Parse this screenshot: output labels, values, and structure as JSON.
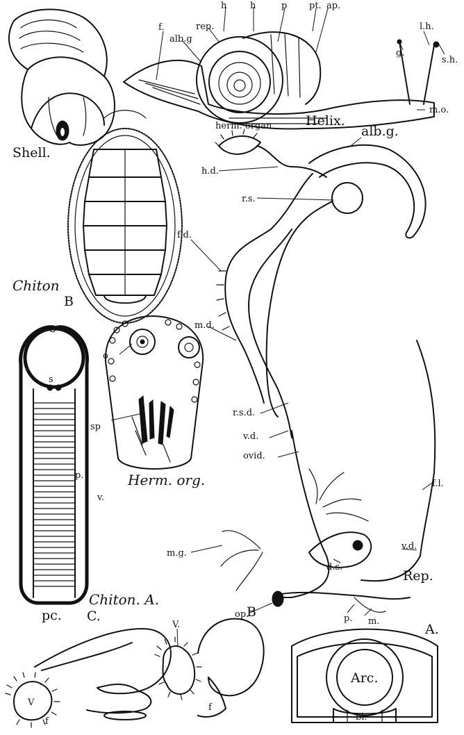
{
  "figures": {
    "shell": {
      "caption": "Shell."
    },
    "helix": {
      "caption": "Helix.",
      "labels": {
        "h1": "h",
        "h2": "h",
        "p": "p",
        "pt": "pt.",
        "ap": "ap.",
        "rep": "rep.",
        "albg": "alb.g",
        "f": "f.",
        "g": "g.",
        "lh": "l.h.",
        "sh": "s.h.",
        "mo": "m.o."
      }
    },
    "chiton_b": {
      "caption": "Chiton",
      "letter": "B"
    },
    "repro": {
      "caption": "Rep.",
      "labels": {
        "herm_organ": "herm. organ",
        "albg": "alb.g.",
        "hd": "h.d.",
        "rs": "r.s.",
        "fd": "f.d.",
        "md": "m.d.",
        "rsd": "r.s.d.",
        "vd": "v.d.",
        "ovid": "ovid.",
        "fl": "f.l.",
        "vd2": "v.d.",
        "mg": "m.g.",
        "ds": "d.s.",
        "op": "op.",
        "p": "p.",
        "m": "m."
      }
    },
    "chiton_a": {
      "caption": "Chiton. A.",
      "labels": {
        "c": "c",
        "s": "s",
        "p": "p.",
        "v": "v.",
        "pc": "pc."
      }
    },
    "herm_org": {
      "caption": "Herm. org.",
      "labels": {
        "o": "o",
        "sp": "sp"
      }
    },
    "larva_c": {
      "letter": "C.",
      "labels": {
        "v": "V",
        "f": "f"
      }
    },
    "larva_b": {
      "letter": "B",
      "labels": {
        "v": "V.",
        "f": "f"
      }
    },
    "larva_a": {
      "letter": "A.",
      "labels": {
        "arc": "Arc.",
        "bl": "bl."
      }
    }
  }
}
